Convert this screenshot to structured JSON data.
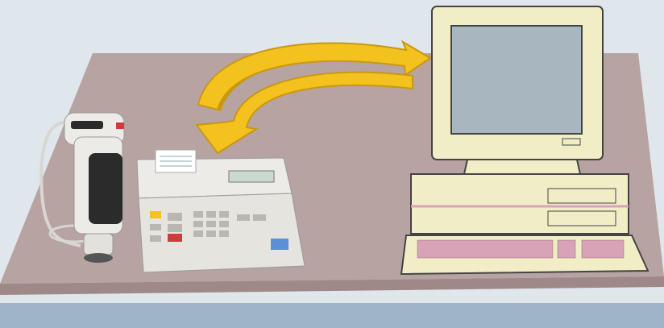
{
  "scene": {
    "description_tokens": [],
    "colors": {
      "background": "#dfe6ec",
      "table_top": "#b8a3a3",
      "table_edge": "#9f8888",
      "table_shadow": "#9fb4c8",
      "computer_beige": "#f1eec7",
      "monitor_screen": "#a8b6c0",
      "keyboard_keys": "#d9a3b7",
      "arrow_yellow": "#f4c21e",
      "arrow_shadow": "#c99810",
      "device_white": "#ecebe7",
      "handle_black": "#2b2b2b",
      "display_green": "#cdd9cf",
      "accent_red": "#d03a3a",
      "accent_blue": "#5b8fd6"
    },
    "icons": {
      "arrows": "bidirectional-data-transfer-arrows",
      "meter_head": "colorimeter-measuring-head",
      "processor": "data-processor-unit",
      "computer": "desktop-computer"
    }
  }
}
